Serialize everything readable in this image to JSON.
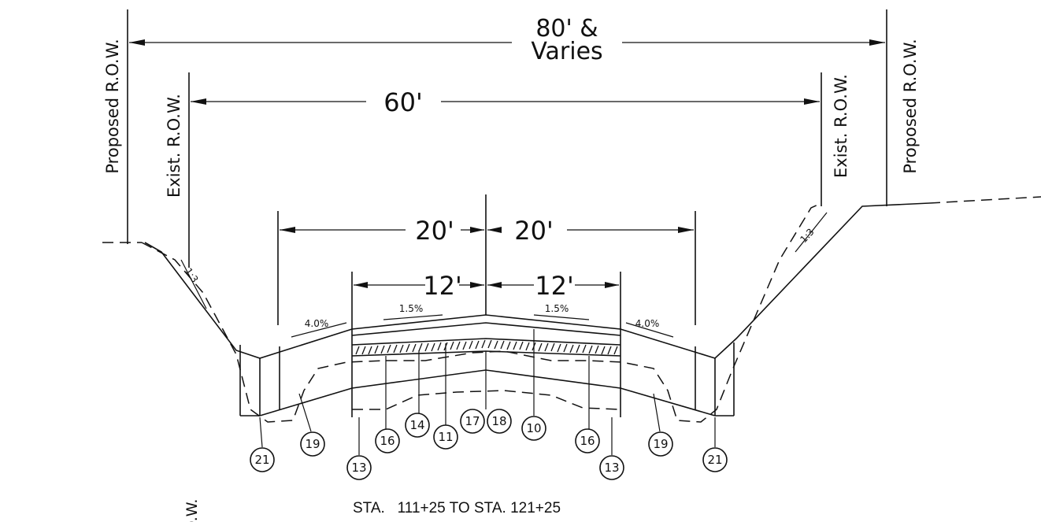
{
  "row_labels": {
    "proposed_left": "Proposed R.O.W.",
    "exist_left": "Exist. R.O.W.",
    "exist_right": "Exist. R.O.W.",
    "proposed_right": "Proposed R.O.W.",
    "bottom_partial": "O.W."
  },
  "dimensions": {
    "overall_line1": "80' &",
    "overall_line2": "Varies",
    "exist_width": "60'",
    "half_left": "20'",
    "half_right": "20'",
    "lane_left": "12'",
    "lane_right": "12'"
  },
  "slopes": {
    "shoulder_left": "4.0%",
    "lane_left": "1.5%",
    "lane_right": "1.5%",
    "shoulder_right": "4.0%",
    "side_left": "1:3",
    "side_right": "1:3"
  },
  "callouts": [
    "21",
    "19",
    "13",
    "16",
    "14",
    "11",
    "17",
    "18",
    "10",
    "16",
    "13",
    "19",
    "21"
  ],
  "station_caption": "STA.   111+25 TO STA. 121+25"
}
